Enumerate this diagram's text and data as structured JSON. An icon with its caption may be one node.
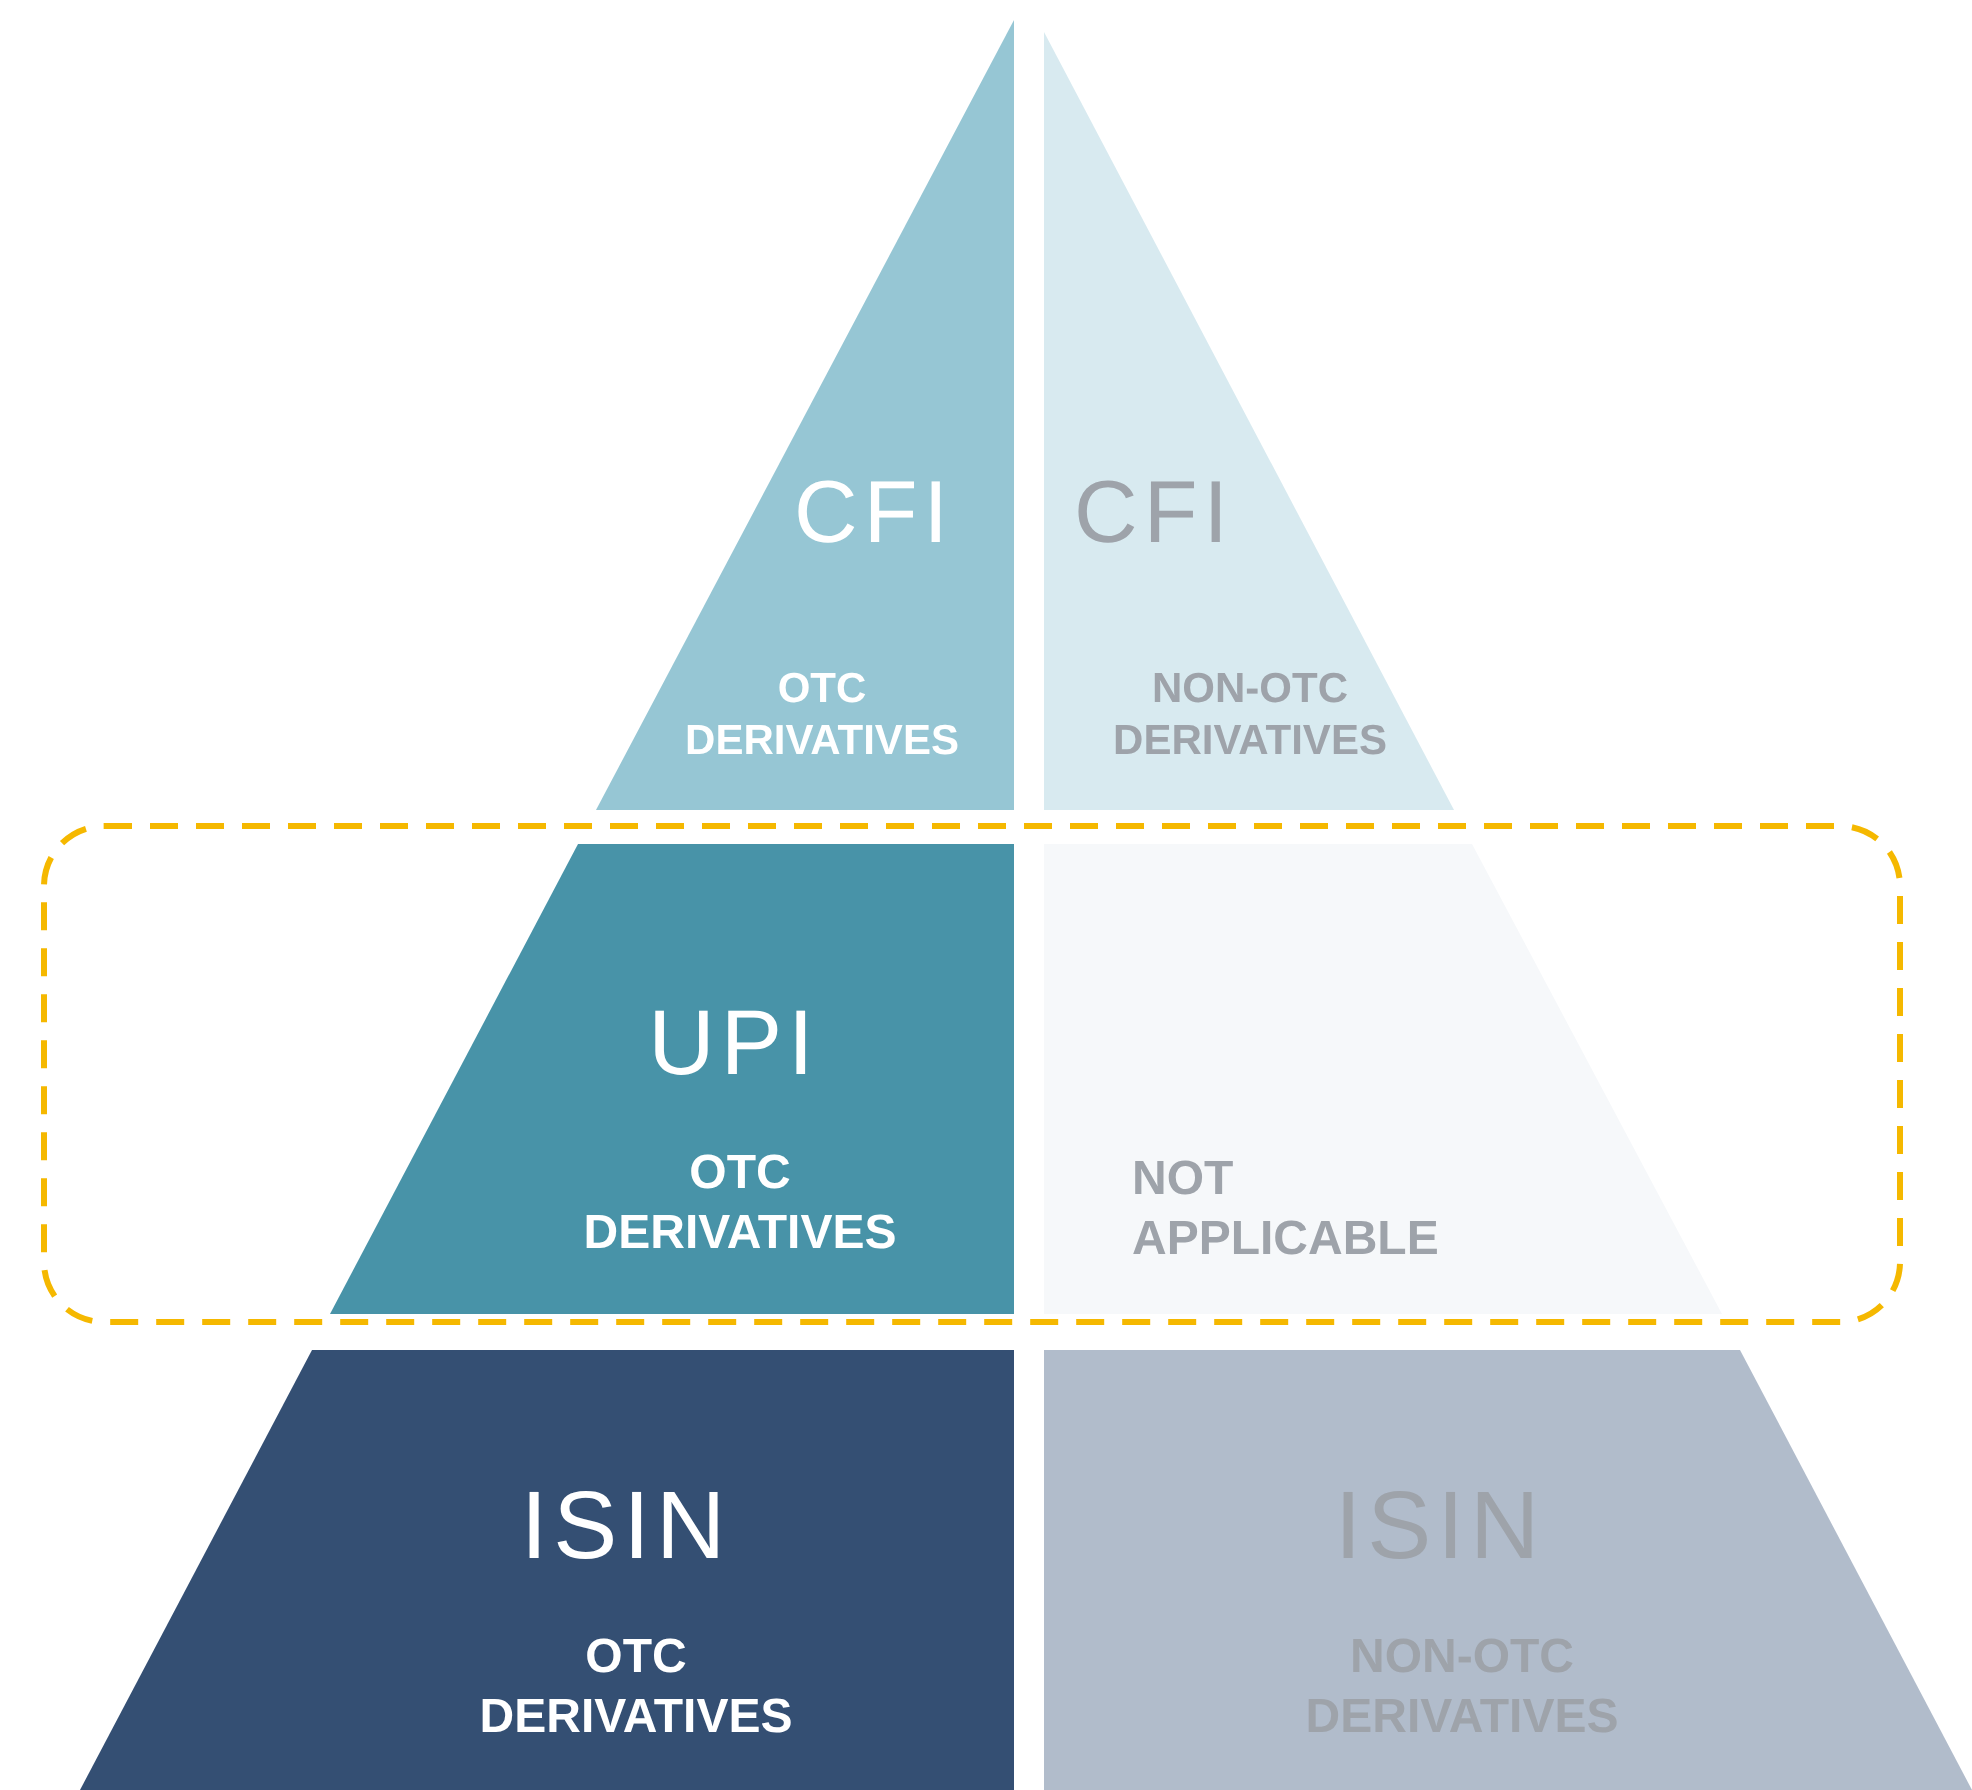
{
  "diagram": {
    "nodes": [
      {
        "text": [
          "CFI",
          "OTC DERIVATIVES"
        ]
      },
      {
        "text": [
          "CFI",
          "NON-OTC DERIVATIVES"
        ]
      },
      {
        "text": [
          "UPI",
          "OTC DERIVATIVES"
        ]
      },
      {
        "text": [
          "NOT APPLICABLE"
        ]
      },
      {
        "text": [
          "ISIN",
          "OTC DERIVATIVES"
        ]
      },
      {
        "text": [
          "ISIN",
          "NON-OTC DERIVATIVES"
        ]
      }
    ]
  }
}
